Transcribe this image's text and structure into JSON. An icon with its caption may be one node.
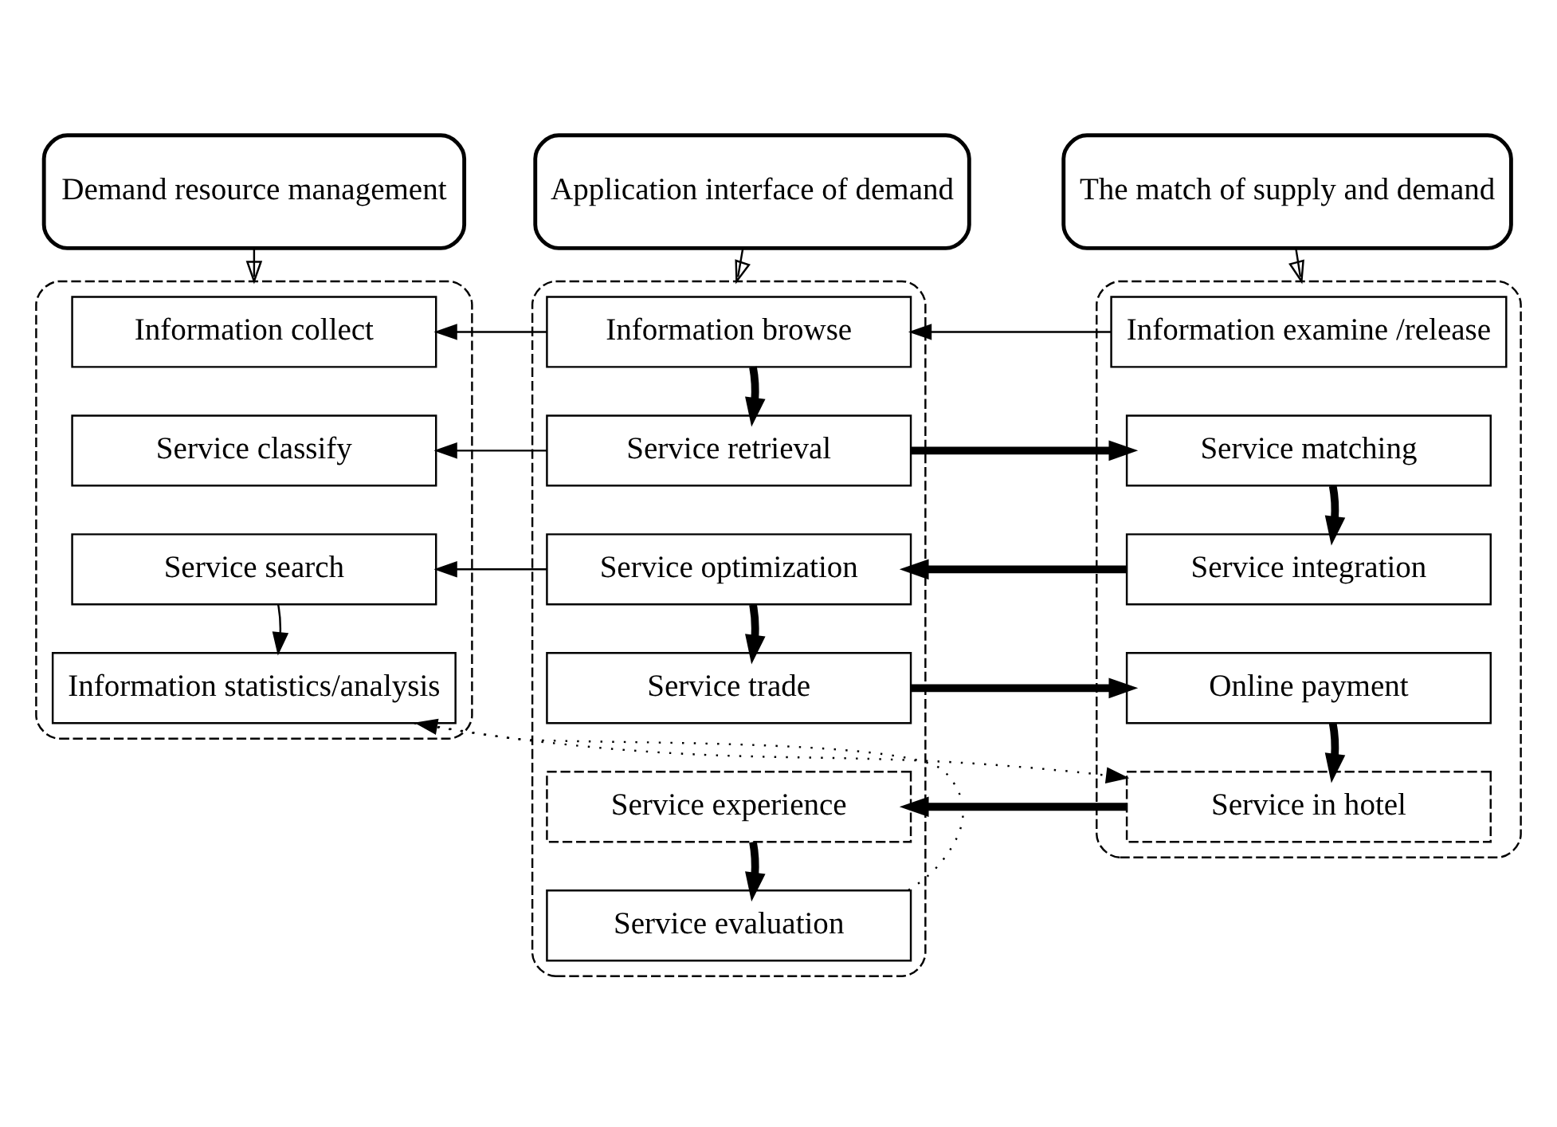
{
  "diagram": {
    "nodes": [
      {
        "text": [
          "Demand resource management"
        ]
      },
      {
        "text": [
          "Application interface of demand"
        ]
      },
      {
        "text": [
          "The match of supply and demand"
        ]
      },
      {
        "text": [],
        "shape": "box"
      },
      {
        "text": [
          "Information collect"
        ],
        "in": 3
      },
      {
        "text": [
          "Service classify"
        ],
        "in": 3
      },
      {
        "text": [
          "Service search"
        ],
        "in": 3
      },
      {
        "text": [
          "Information statistics/analysis"
        ],
        "in": 3
      },
      {
        "text": [],
        "shape": "box"
      },
      {
        "text": [
          "Information browse"
        ],
        "in": 8
      },
      {
        "text": [
          "Service retrieval"
        ],
        "in": 8
      },
      {
        "text": [
          "Service optimization"
        ],
        "in": 8
      },
      {
        "text": [
          "Service trade"
        ],
        "in": 8
      },
      {
        "text": [
          "Service experience"
        ],
        "in": 8
      },
      {
        "text": [
          "Service evaluation"
        ],
        "in": 8
      },
      {
        "text": [],
        "shape": "box"
      },
      {
        "text": [
          "Information examine /release"
        ],
        "in": 15
      },
      {
        "text": [
          "Service matching"
        ],
        "in": 15
      },
      {
        "text": [
          "Service integration"
        ],
        "in": 15
      },
      {
        "text": [
          "Online payment"
        ],
        "in": 15
      },
      {
        "text": [
          "Service in hotel"
        ],
        "in": 15
      }
    ],
    "edges": [
      {
        "from": 0,
        "to": 3,
        "arrow": "to"
      },
      {
        "from": 1,
        "to": 8,
        "arrow": "to"
      },
      {
        "from": 2,
        "to": 15,
        "arrow": "to"
      },
      {
        "from": 16,
        "to": 9,
        "arrow": "to"
      },
      {
        "from": 9,
        "to": 4,
        "arrow": "to"
      },
      {
        "from": 9,
        "to": 10,
        "arrow": "to",
        "style": "thick"
      },
      {
        "from": 10,
        "to": 5,
        "arrow": "to"
      },
      {
        "from": 10,
        "to": 17,
        "arrow": "to",
        "style": "thick"
      },
      {
        "from": 17,
        "to": 18,
        "arrow": "to",
        "style": "thick"
      },
      {
        "from": 18,
        "to": 11,
        "arrow": "to",
        "style": "thick"
      },
      {
        "from": 11,
        "to": 6,
        "arrow": "to"
      },
      {
        "from": 6,
        "to": 7,
        "arrow": "to"
      },
      {
        "from": 11,
        "to": 12,
        "arrow": "to",
        "style": "thick"
      },
      {
        "from": 12,
        "to": 19,
        "arrow": "to",
        "style": "thick"
      },
      {
        "from": 19,
        "to": 20,
        "arrow": "to",
        "style": "thick"
      },
      {
        "from": 20,
        "to": 13,
        "arrow": "to",
        "style": "thick"
      },
      {
        "from": 13,
        "to": 14,
        "arrow": "to",
        "style": "thick"
      },
      {
        "from": 14,
        "to": 7,
        "arrow": "to",
        "style": "dashed"
      },
      {
        "from": 7,
        "to": 20,
        "arrow": "to",
        "style": "dashed"
      }
    ]
  }
}
